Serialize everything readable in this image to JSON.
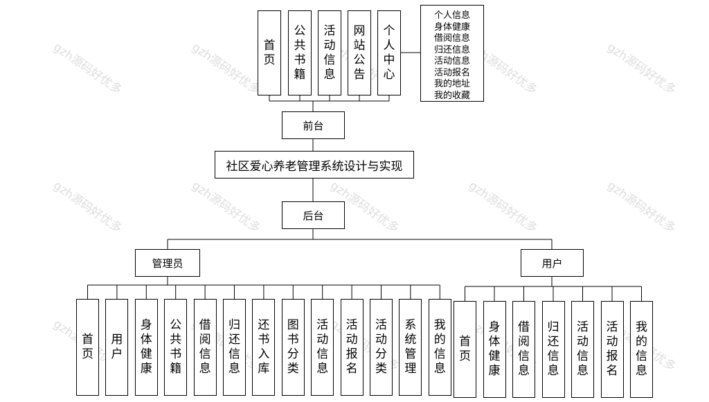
{
  "watermark": "gzh源码好优多",
  "root": "社区爱心养老管理系统设计与实现",
  "frontend": {
    "label": "前台",
    "modules": [
      "首页",
      "公共书籍",
      "活动信息",
      "网站公告",
      "个人中心"
    ],
    "personal_center_items": [
      "个人信息",
      "身体健康",
      "借阅信息",
      "归还信息",
      "活动信息",
      "活动报名",
      "我的地址",
      "我的收藏"
    ]
  },
  "backend": {
    "label": "后台",
    "admin": {
      "label": "管理员",
      "modules": [
        "首页",
        "用户",
        "身体健康",
        "公共书籍",
        "借阅信息",
        "归还信息",
        "还书入库",
        "图书分类",
        "活动信息",
        "活动报名",
        "活动分类",
        "系统管理",
        "我的信息"
      ]
    },
    "user": {
      "label": "用户",
      "modules": [
        "首页",
        "身体健康",
        "借阅信息",
        "归还信息",
        "活动信息",
        "活动报名",
        "我的信息"
      ]
    }
  }
}
